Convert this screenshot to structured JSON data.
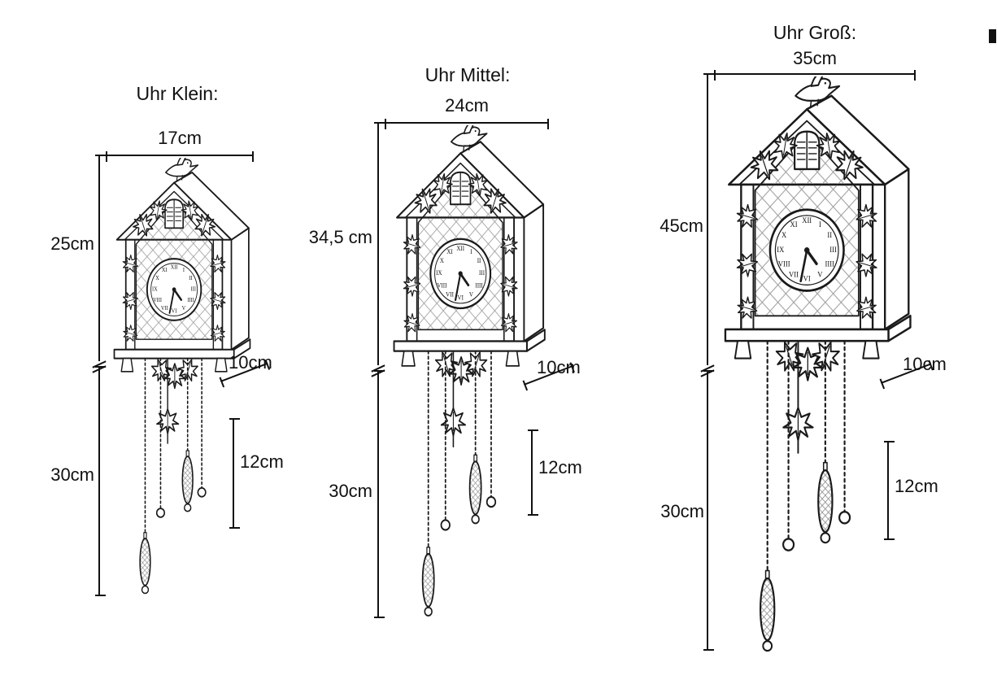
{
  "figure": {
    "background": "#ffffff",
    "ink": "#111111",
    "lattice_color": "#9a9a9a",
    "description_type": "size diagram of three cuckoo clocks"
  },
  "dial": {
    "numerals": [
      "XII",
      "I",
      "II",
      "III",
      "IIII",
      "V",
      "VI",
      "VII",
      "VIII",
      "IX",
      "X",
      "XI"
    ]
  },
  "clocks": [
    {
      "id": "klein",
      "title": "Uhr Klein:",
      "width": "17cm",
      "height": "25cm",
      "depth": "10cm",
      "hang_length": "30cm",
      "weight_length": "12cm"
    },
    {
      "id": "mittel",
      "title": "Uhr Mittel:",
      "width": "24cm",
      "height": "34,5 cm",
      "depth": "10cm",
      "hang_length": "30cm",
      "weight_length": "12cm"
    },
    {
      "id": "gross",
      "title": "Uhr Groß:",
      "width": "35cm",
      "height": "45cm",
      "depth": "10cm",
      "hang_length": "30cm",
      "weight_length": "12cm"
    }
  ]
}
